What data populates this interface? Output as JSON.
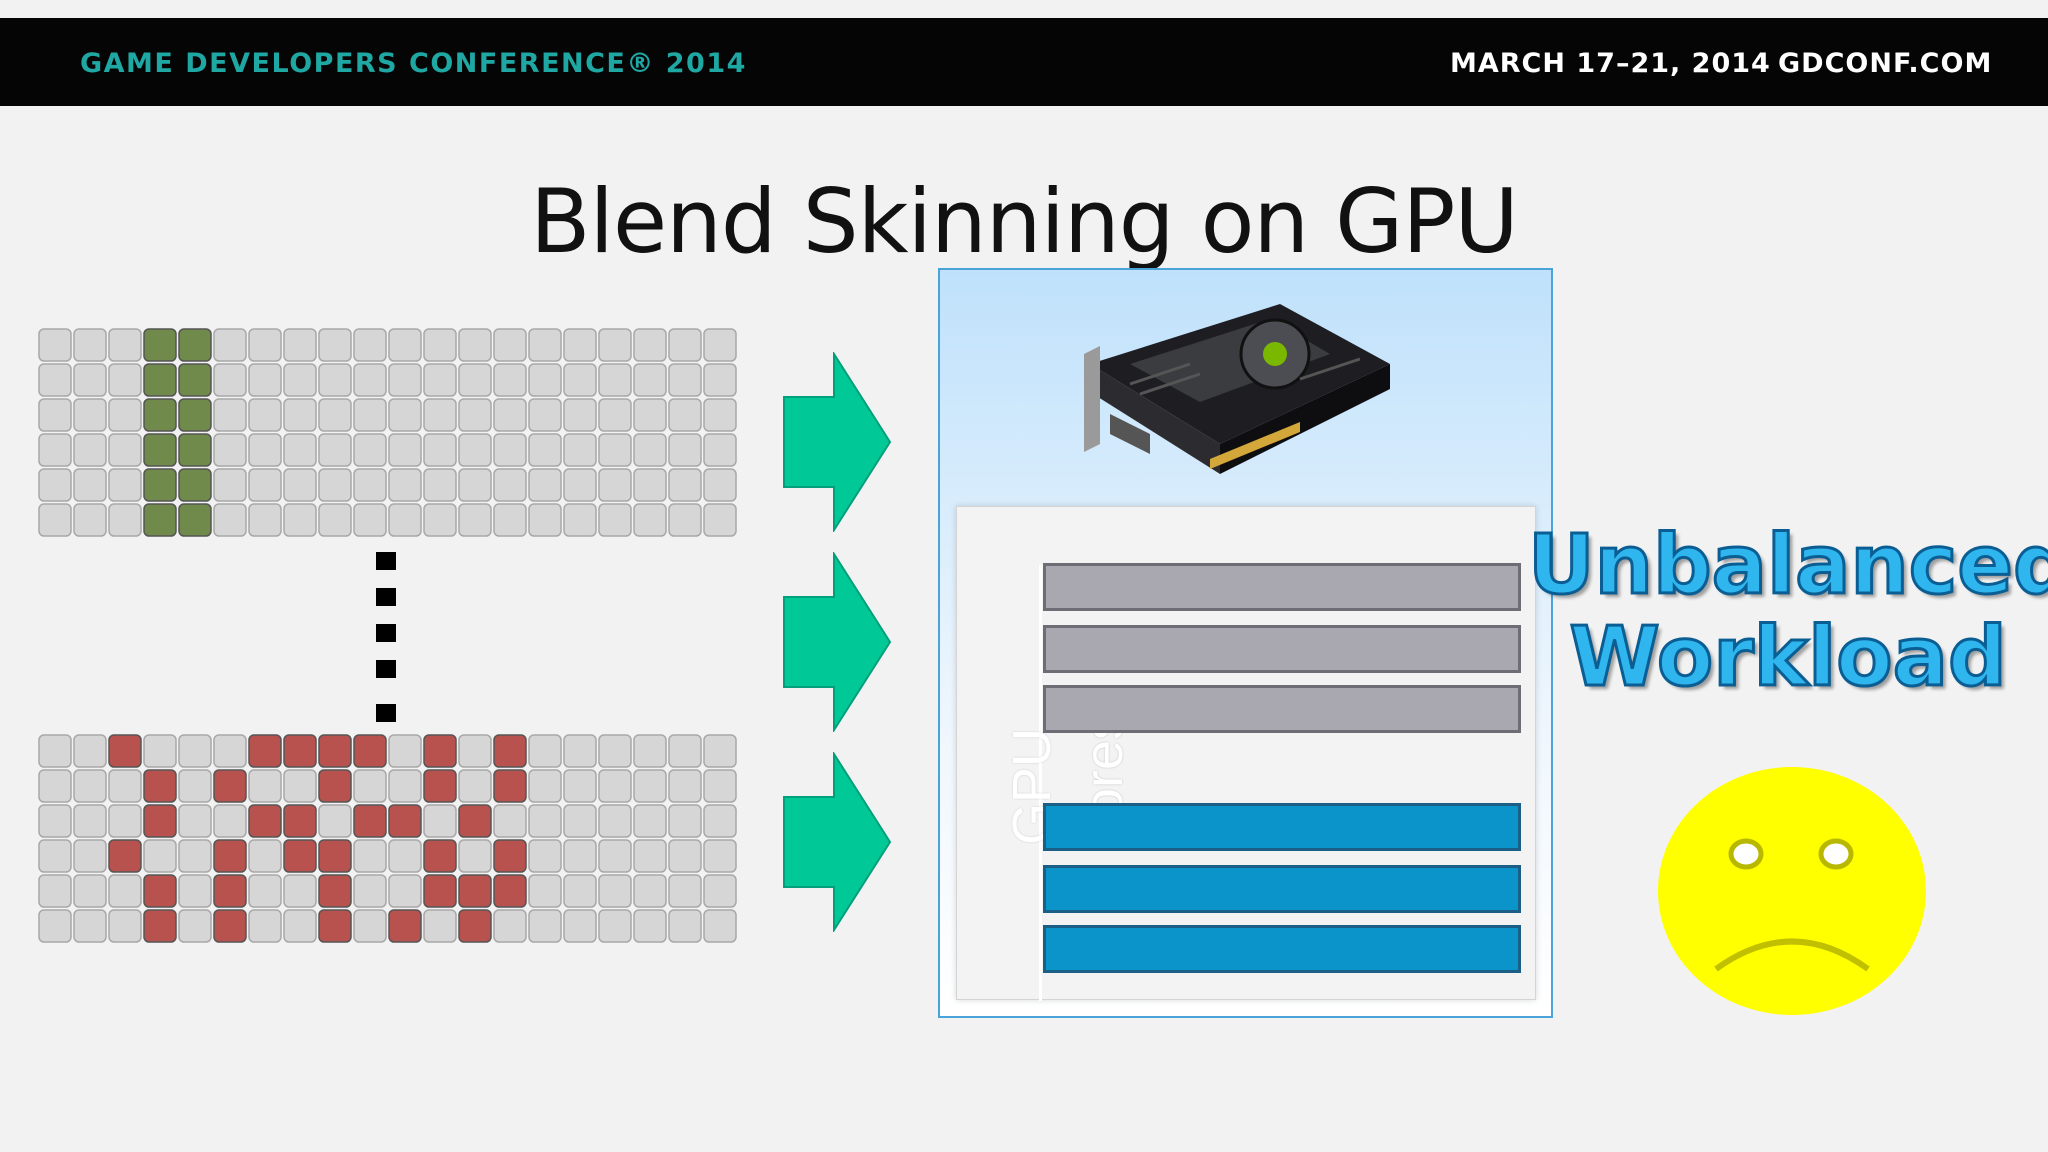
{
  "header": {
    "conference": "GAME DEVELOPERS CONFERENCE® 2014",
    "dates": "MARCH 17–21, 2014",
    "website": "GDCONF.COM"
  },
  "slide": {
    "title": "Blend Skinning on GPU",
    "gpu_label": "GPU cores",
    "gpu_label_word1": "GPU",
    "gpu_label_word2": "cores",
    "status_line1": "Unbalanced",
    "status_line2": "Workload"
  },
  "workload": {
    "top_grid_highlight_color": "#6f8a4a",
    "bottom_grid_highlight_color": "#b8524f",
    "core_bars": [
      "idle",
      "idle",
      "idle",
      "busy",
      "busy",
      "busy"
    ],
    "colors": {
      "idle_core": "#a9a8b0",
      "busy_core": "#0a94c9",
      "arrow": "#00c896",
      "smiley": "#ffff00"
    }
  }
}
